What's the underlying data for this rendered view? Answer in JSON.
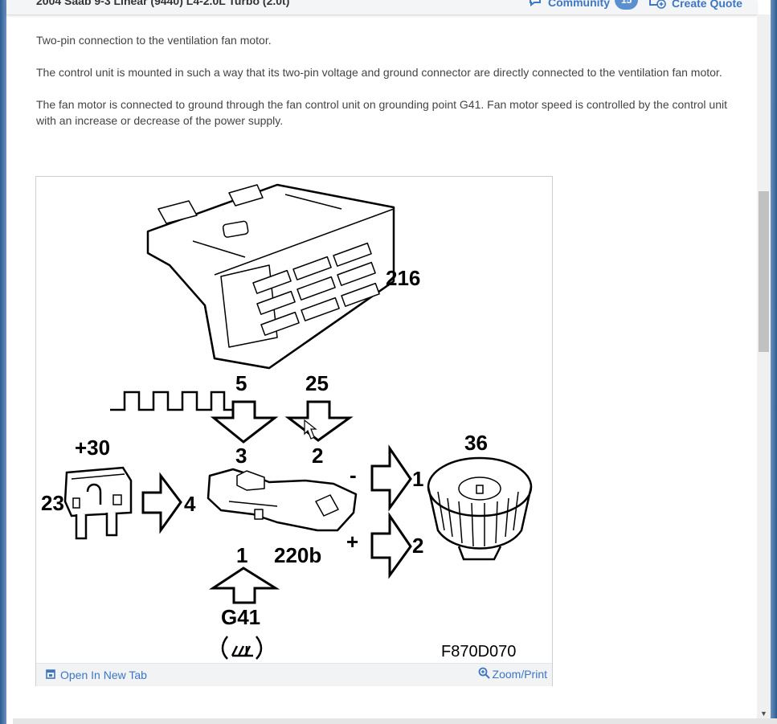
{
  "header": {
    "vehicle_title": "2004 Saab 9-3 Linear (9440) L4-2.0L Turbo (2.0t)",
    "community_label": "Community",
    "community_count": "15",
    "create_quote_label": "Create Quote"
  },
  "content": {
    "paragraphs": [
      "Two-pin connection to the ventilation fan motor.",
      "The control unit is mounted in such a way that its two-pin voltage and ground connector are directly connected to the ventilation fan motor.",
      "The fan motor is connected to ground through the fan control unit on grounding point G41. Fan motor speed is controlled by the control unit with an increase or decrease of the power supply."
    ]
  },
  "diagram": {
    "labels": {
      "control_panel": "216",
      "signal_pin": "5",
      "pin_25": "25",
      "pin_3": "3",
      "pin_2_top": "2",
      "plus30": "+30",
      "fuse": "23",
      "pin_4": "4",
      "minus": "-",
      "plus": "+",
      "motor_pin_1": "1",
      "motor_pin_2": "2",
      "motor": "36",
      "ground_pin": "1",
      "fan_control_unit": "220b",
      "ground_point": "G41",
      "figure_code": "F870D070"
    }
  },
  "figure_footer": {
    "open_new_tab": "Open In New Tab",
    "zoom_print": "Zoom/Print"
  },
  "colors": {
    "link": "#3d76c4",
    "text": "#444444",
    "badge": "#5b8fd0"
  }
}
